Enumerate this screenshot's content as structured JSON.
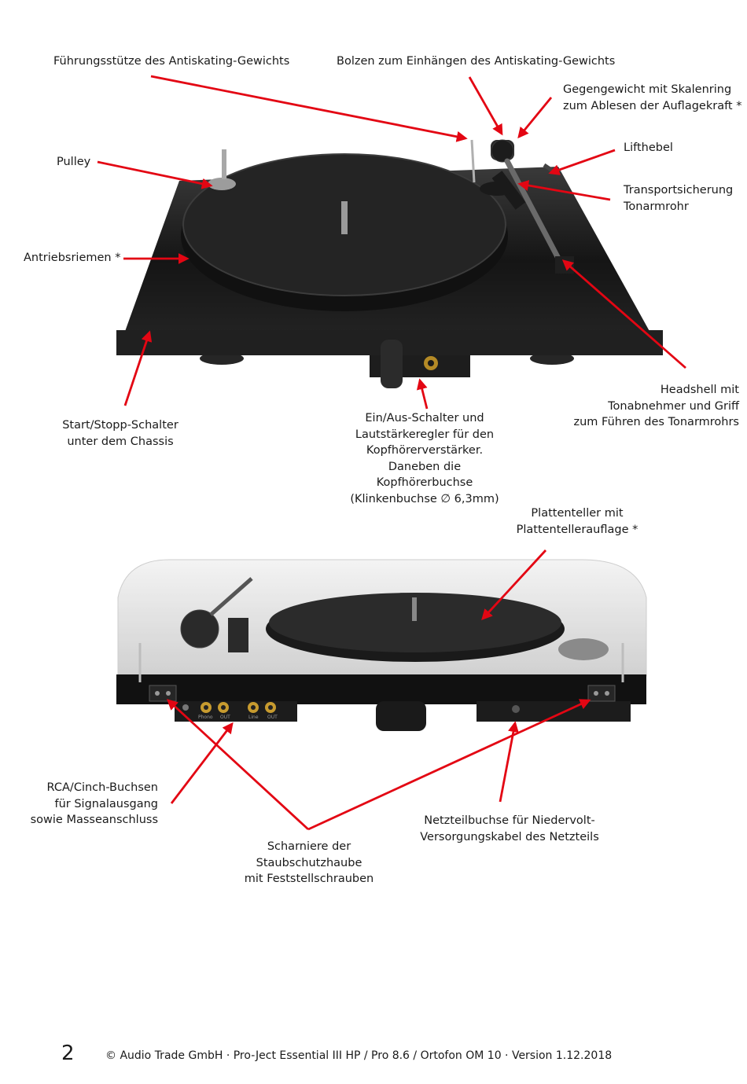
{
  "labels": {
    "guide_post": [
      "Führungsstütze des Antiskating-Gewichts"
    ],
    "bolt": [
      "Bolzen zum Einhängen des Antiskating-Gewichts"
    ],
    "counterweight": [
      "Gegengewicht mit Skalenring",
      "zum Ablesen der Auflagekraft *"
    ],
    "pulley": [
      "Pulley"
    ],
    "lift_lever": [
      "Lifthebel"
    ],
    "transport_lock": [
      "Transportsicherung",
      "Tonarmrohr"
    ],
    "drive_belt": [
      "Antriebsriemen *"
    ],
    "start_stop": [
      "Start/Stopp-Schalter",
      "unter dem Chassis"
    ],
    "power_volume": [
      "Ein/Aus-Schalter und",
      "Lautstärkeregler für den",
      "Kopfhörerverstärker.",
      "Daneben die",
      "Kopfhörerbuchse",
      "(Klinkenbuchse ∅ 6,3mm)"
    ],
    "headshell": [
      "Headshell mit",
      "Tonabnehmer und Griff",
      "zum Führen des Tonarmrohrs"
    ],
    "platter": [
      "Plattenteller mit",
      "Plattentellerauflage *"
    ],
    "rca": [
      "RCA/Cinch-Buchsen",
      "für Signalausgang",
      "sowie Masseanschluss"
    ],
    "hinges": [
      "Scharniere der",
      "Staubschutzhaube",
      "mit Feststellschrauben"
    ],
    "power_socket": [
      "Netzteilbuchse für Niedervolt-",
      "Versorgungskabel des Netzteils"
    ]
  },
  "rear_panel": {
    "phono": "Phono",
    "out1": "OUT",
    "line": "Line",
    "out2": "OUT"
  },
  "footer": {
    "page_number": "2",
    "text": "© Audio Trade GmbH · Pro-Ject Essential III HP / Pro 8.6 / Ortofon OM 10 · Version 1.12.2018"
  },
  "colors": {
    "arrow": "#e30613",
    "plinth": "#1b1b1b",
    "text": "#1a1a1a"
  }
}
